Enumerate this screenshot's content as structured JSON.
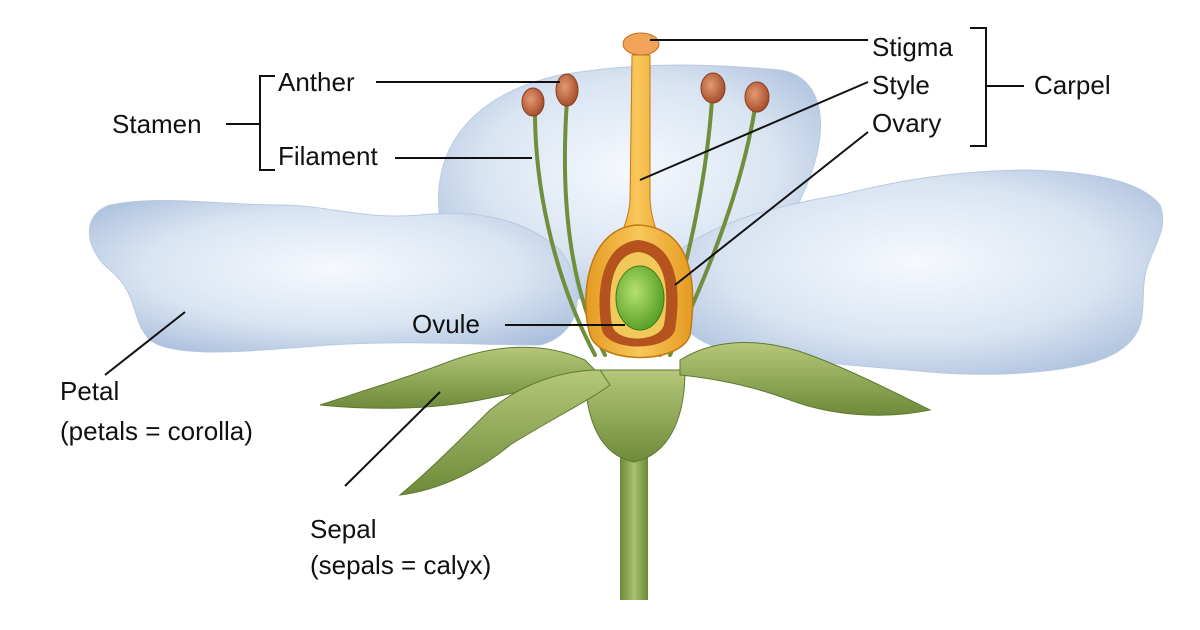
{
  "labels": {
    "stigma": "Stigma",
    "style": "Style",
    "ovary": "Ovary",
    "carpel": "Carpel",
    "anther": "Anther",
    "filament": "Filament",
    "stamen": "Stamen",
    "ovule": "Ovule",
    "petal": "Petal",
    "petal_note": "(petals = corolla)",
    "sepal": "Sepal",
    "sepal_note": "(sepals = calyx)"
  },
  "colors": {
    "petal": "#cfdcee",
    "petal_light": "#f4f8fd",
    "sepal": "#8fa85a",
    "sepal_dark": "#5f7a32",
    "stem": "#7f9c4a",
    "carpel": "#f2b33a",
    "ovary_inner": "#b4531e",
    "ovule": "#7fc23a",
    "anther": "#c9704a",
    "leader_line": "#111111"
  }
}
